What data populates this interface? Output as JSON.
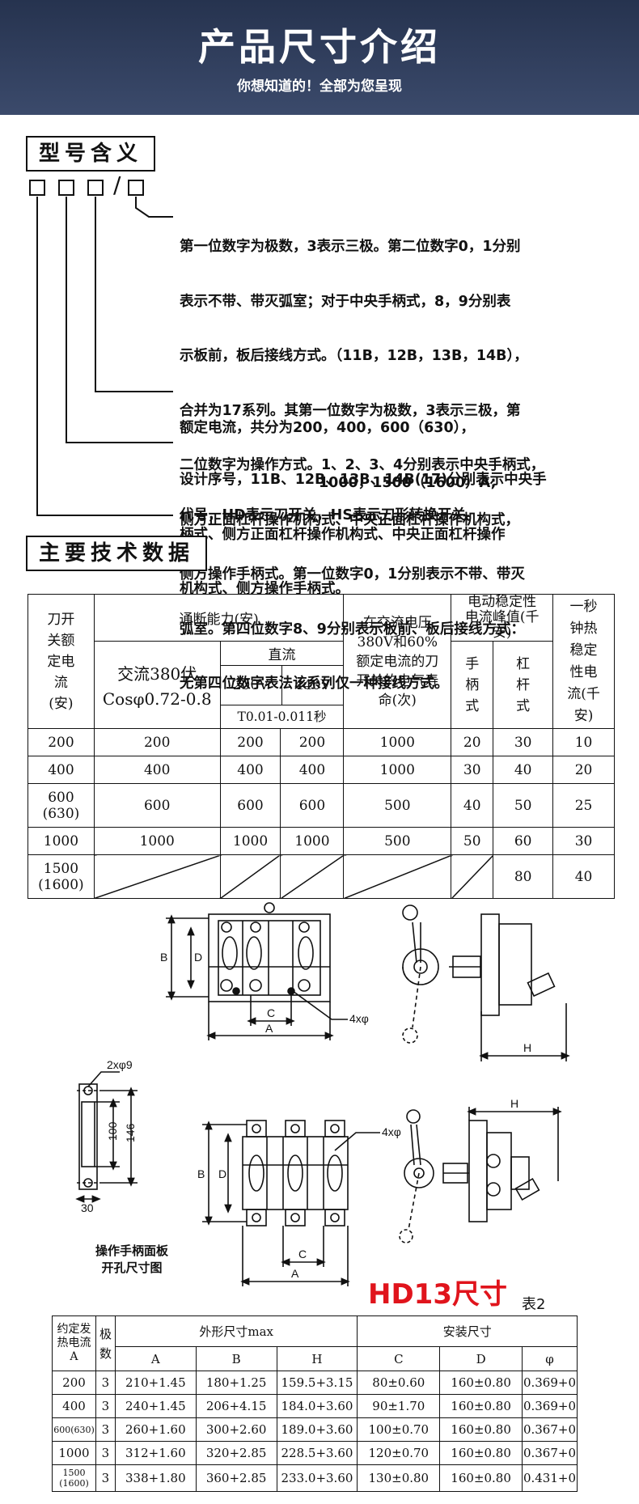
{
  "banner": {
    "title": "产品尺寸介绍",
    "subtitle": "你想知道的！全部为您呈现"
  },
  "model": {
    "heading": "型号含义",
    "slash": "/",
    "desc1": [
      "第一位数字为极数，3表示三极。第二位数字0，1分别",
      "表示不带、带灭弧室；对于中央手柄式，8，9分别表",
      "示板前，板后接线方式。（11B，12B，13B，14B），",
      "合并为17系列。其第一位数字为极数，3表示三极，第",
      "二位数字为操作方式。1、2、3、4分别表示中央手柄式，",
      "侧方正面杠杆操作机构式、中央正面杠杆操作机构式，",
      "侧方操作手柄式。第一位数字0，1分别表示不带、带灭",
      "弧室。第四位数字8、9分别表示板前、板后接线方式：",
      "无第四位数字表法该系列仅一种接线方式。"
    ],
    "desc2": [
      "额定电流，共分为200，400，600（630），",
      "1000，1500（1600）A;"
    ],
    "desc3": [
      "设计序号，11B、12B、13B、14B(17)分别表示中央手",
      "柄式、侧方正面杠杆操作机构式、中央正面杠杆操作",
      "机构式、侧方操作手柄式。"
    ],
    "desc4": "代号，HD表示刀开关，HS表示刀形转换开关。"
  },
  "tech": {
    "heading": "主要技术数据",
    "h_rated": "刀开关额定电流(安)",
    "h_breaking": "通断能力(安)",
    "h_ac": "交流380伏",
    "h_cos": "Cosφ0.72-0.8",
    "h_dc": "直流",
    "h_200v": "200V",
    "h_440v": "440V",
    "h_time": "T0.01-0.011秒",
    "h_life": "在交流电压380V和60%额定电流的刀开关的电气寿命(次)",
    "h_peak": "电动稳定性电流峰值(千安)",
    "h_handle": "手柄式",
    "h_lever": "杠杆式",
    "h_heat": "一秒钟热稳定性电流(千安)",
    "rows": [
      {
        "rated": "200",
        "ac": "200",
        "dc200": "200",
        "dc440": "200",
        "life": "1000",
        "handle": "20",
        "lever": "30",
        "heat": "10"
      },
      {
        "rated": "400",
        "ac": "400",
        "dc200": "400",
        "dc440": "400",
        "life": "1000",
        "handle": "30",
        "lever": "40",
        "heat": "20"
      },
      {
        "rated": "600\n(630)",
        "ac": "600",
        "dc200": "600",
        "dc440": "600",
        "life": "500",
        "handle": "40",
        "lever": "50",
        "heat": "25"
      },
      {
        "rated": "1000",
        "ac": "1000",
        "dc200": "1000",
        "dc440": "1000",
        "life": "500",
        "handle": "50",
        "lever": "60",
        "heat": "30"
      },
      {
        "rated": "1500\n(1600)",
        "ac": "",
        "dc200": "",
        "dc440": "",
        "life": "",
        "handle": "",
        "lever": "80",
        "heat": "40"
      }
    ]
  },
  "drawings": {
    "label_B": "B",
    "label_D": "D",
    "label_C": "C",
    "label_A": "A",
    "label_H": "H",
    "label_holes": "4xφ",
    "label_2x9": "2xφ9",
    "label_100": "100",
    "label_146": "146",
    "label_30": "30",
    "panel_caption_1": "操作手柄面板",
    "panel_caption_2": "开孔尺寸图"
  },
  "dims": {
    "title": "HD13尺寸",
    "table_no": "表2",
    "h_rated": "约定发热电流A",
    "h_poles": "极数",
    "h_outer": "外形尺寸max",
    "h_install": "安装尺寸",
    "cols": [
      "A",
      "B",
      "H",
      "C",
      "D",
      "φ"
    ],
    "rows": [
      {
        "rated": "200",
        "poles": "3",
        "A": "210+1.45",
        "B": "180+1.25",
        "H": "159.5+3.15",
        "C": "80±0.60",
        "D": "160±0.80",
        "phi": "0.369+0"
      },
      {
        "rated": "400",
        "poles": "3",
        "A": "240+1.45",
        "B": "206+4.15",
        "H": "184.0+3.60",
        "C": "90±1.70",
        "D": "160±0.80",
        "phi": "0.369+0"
      },
      {
        "rated": "600(630)",
        "poles": "3",
        "A": "260+1.60",
        "B": "300+2.60",
        "H": "189.0+3.60",
        "C": "100±0.70",
        "D": "160±0.80",
        "phi": "0.367+0"
      },
      {
        "rated": "1000",
        "poles": "3",
        "A": "312+1.60",
        "B": "320+2.85",
        "H": "228.5+3.60",
        "C": "120±0.70",
        "D": "160±0.80",
        "phi": "0.367+0"
      },
      {
        "rated": "1500\n(1600)",
        "poles": "3",
        "A": "338+1.80",
        "B": "360+2.85",
        "H": "233.0+3.60",
        "C": "130±0.80",
        "D": "160±0.80",
        "phi": "0.431+0"
      }
    ]
  }
}
